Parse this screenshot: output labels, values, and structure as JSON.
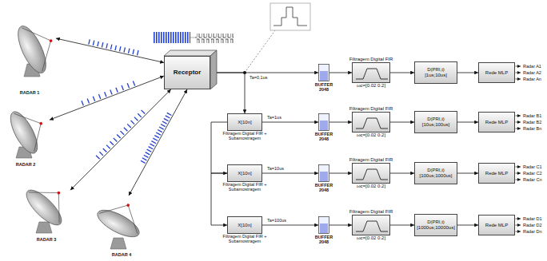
{
  "diagram": {
    "nodes": [
      {
        "text": [
          "RADAR 1"
        ]
      },
      {
        "text": [
          "RADAR 2"
        ]
      },
      {
        "text": [
          "RADAR 3"
        ]
      },
      {
        "text": [
          "RADAR 4"
        ]
      },
      {
        "text": [
          "Receptor"
        ]
      },
      {
        "text": [
          "BUFFER 2048"
        ]
      },
      {
        "text": [
          "Filtragem Digital FIR",
          "ωc=[0.02 0.2]"
        ]
      },
      {
        "text": [
          "D(PRI,t) [1us;10us]"
        ]
      },
      {
        "text": [
          "Rede MLP"
        ]
      },
      {
        "text": [
          "X[10n]",
          "Filtragem Digital FIR + Subamostragem"
        ]
      },
      {
        "text": [
          "BUFFER 2048"
        ]
      },
      {
        "text": [
          "Filtragem Digital FIR",
          "ωc=[0.02 0.2]"
        ]
      },
      {
        "text": [
          "D(PRI,t) [10us;100us]"
        ]
      },
      {
        "text": [
          "Rede MLP"
        ]
      },
      {
        "text": [
          "X[10n]",
          "Filtragem Digital FIR + Subamostragem"
        ]
      },
      {
        "text": [
          "BUFFER 2048"
        ]
      },
      {
        "text": [
          "Filtragem Digital FIR",
          "ωc=[0.02 0.2]"
        ]
      },
      {
        "text": [
          "D(PRI,t) [100us;1000us]"
        ]
      },
      {
        "text": [
          "Rede MLP"
        ]
      },
      {
        "text": [
          "X[10n]",
          "Filtragem Digital FIR + Subamostragem"
        ]
      },
      {
        "text": [
          "BUFFER 2048"
        ]
      },
      {
        "text": [
          "Filtragem Digital FIR",
          "ωc=[0.02 0.2]"
        ]
      },
      {
        "text": [
          "D(PRI,t) [1000us;10000us]"
        ]
      },
      {
        "text": [
          "Rede MLP"
        ]
      }
    ],
    "edges": [
      {
        "from": 0,
        "to": 4,
        "arrow": "both"
      },
      {
        "from": 1,
        "to": 4,
        "arrow": "both"
      },
      {
        "from": 2,
        "to": 4,
        "arrow": "both"
      },
      {
        "from": 3,
        "to": 4,
        "arrow": "both"
      },
      {
        "from": 4,
        "to": 5,
        "arrow": "to",
        "label": "Ta=0,1us"
      },
      {
        "from": 5,
        "to": 6,
        "arrow": "to"
      },
      {
        "from": 6,
        "to": 7,
        "arrow": "to"
      },
      {
        "from": 7,
        "to": 8,
        "arrow": "to"
      },
      {
        "from": 4,
        "to": 9,
        "arrow": "to"
      },
      {
        "from": 9,
        "to": 10,
        "arrow": "to",
        "label": "Ta=1us"
      },
      {
        "from": 10,
        "to": 11,
        "arrow": "to"
      },
      {
        "from": 11,
        "to": 12,
        "arrow": "to"
      },
      {
        "from": 12,
        "to": 13,
        "arrow": "to"
      },
      {
        "from": 9,
        "to": 14,
        "arrow": "to"
      },
      {
        "from": 14,
        "to": 15,
        "arrow": "to",
        "label": "Ta=10us"
      },
      {
        "from": 15,
        "to": 16,
        "arrow": "to"
      },
      {
        "from": 16,
        "to": 17,
        "arrow": "to"
      },
      {
        "from": 17,
        "to": 18,
        "arrow": "to"
      },
      {
        "from": 14,
        "to": 19,
        "arrow": "to"
      },
      {
        "from": 19,
        "to": 20,
        "arrow": "to",
        "label": "Ta=100us"
      },
      {
        "from": 20,
        "to": 21,
        "arrow": "to"
      },
      {
        "from": 21,
        "to": 22,
        "arrow": "to"
      },
      {
        "from": 22,
        "to": 23,
        "arrow": "to"
      }
    ],
    "labels": [
      "Radar A1",
      "Radar A2",
      "Radar An",
      "Radar B1",
      "Radar B2",
      "Radar Bn",
      "Radar C1",
      "Radar C2",
      "Radar Cn",
      "Radar D1",
      "Radar D2",
      "Radar Dn"
    ]
  }
}
